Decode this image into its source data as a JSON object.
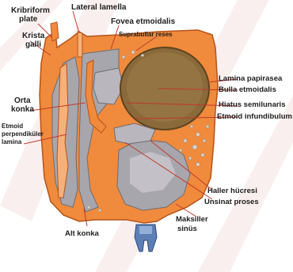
{
  "labels": {
    "kribriform_1": "Kribriform",
    "kribriform_2": "plate",
    "lateral_lamella": "Lateral lamella",
    "fovea_etmoidalis": "Fovea etmoidalis",
    "suprabullar_reses": "Suprabullar reses",
    "krista_1": "Krista",
    "krista_2": "galli",
    "lamina_papirasea": "Lamina papirasea",
    "bulla_etmoidalis": "Bulla etmoidalis",
    "hiatus_semilunaris": "Hiatus semilunaris",
    "etmoid_infundibulum": "Etmoid infundibulum",
    "orta_1": "Orta",
    "orta_2": "konka",
    "perp_1": "Etmoid",
    "perp_2": "perpendiküler",
    "perp_3": "lamina",
    "haller": "Haller hücresi",
    "unsinat": "Unsinat proses",
    "maksiller_1": "Maksiller",
    "maksiller_2": "sinüs",
    "alt_konka": "Alt konka"
  },
  "colors": {
    "bone": "#f08a3c",
    "bone_light": "#f6b07a",
    "bone_edge": "#b5541b",
    "cavity": "#a8a6ad",
    "cavity_light": "#c9c7cd",
    "bulla": "#8a6a3a",
    "leader": "#c0392b",
    "tooth": "#5b7fb5",
    "watermark": "#f3dada"
  },
  "icons": {
    "tooth": "tooth-icon"
  }
}
